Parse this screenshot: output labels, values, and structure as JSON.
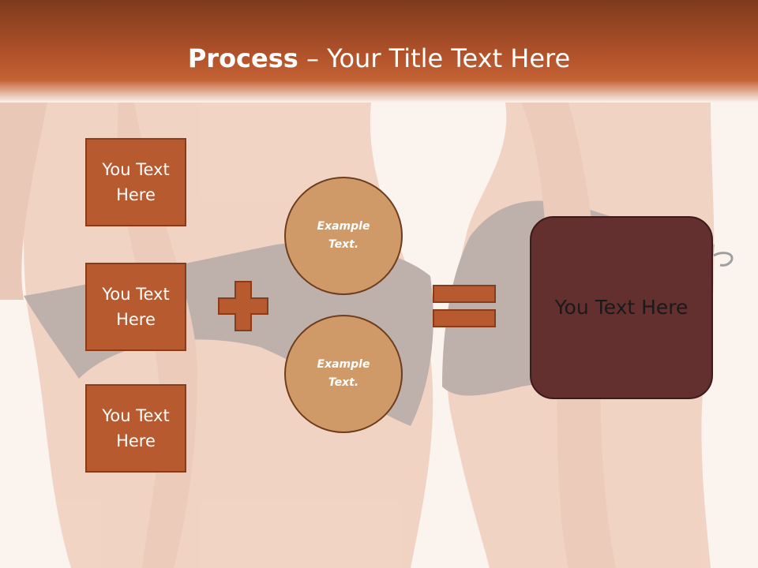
{
  "title": {
    "bold": "Process",
    "rest": " – Your Title Text Here"
  },
  "left_boxes": [
    {
      "label": "You Text Here"
    },
    {
      "label": "You Text Here"
    },
    {
      "label": "You Text Here"
    }
  ],
  "circles": [
    {
      "label": "Example Text."
    },
    {
      "label": "Example Text."
    }
  ],
  "result": {
    "label": "You Text Here"
  },
  "colors": {
    "header": "#b2532b",
    "box_fill": "#b85a30",
    "circle_fill": "#d09a68",
    "result_fill": "#632f2f",
    "operator": "#b85a30"
  },
  "icons": {
    "plus": "plus-icon",
    "equals": "equals-icon"
  }
}
